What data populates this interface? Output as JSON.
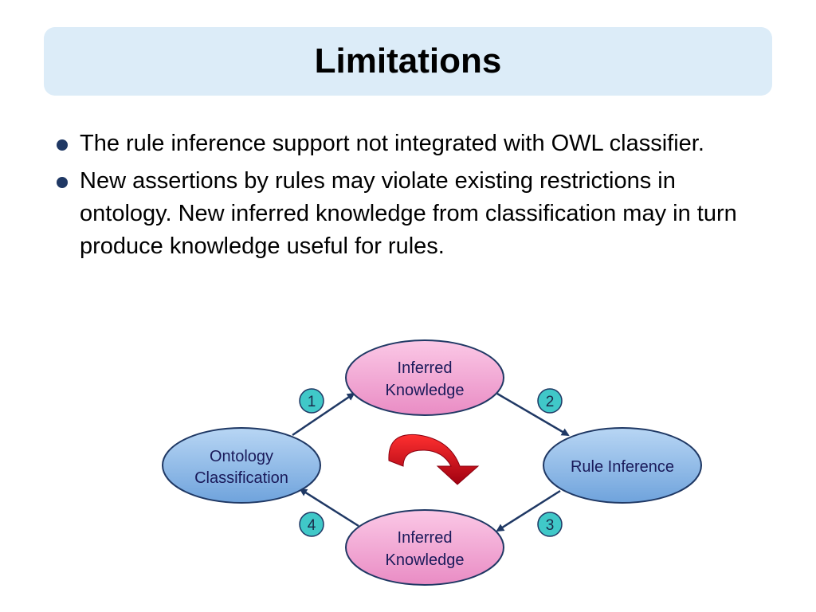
{
  "slide": {
    "title": "Limitations",
    "bullets": [
      "The rule inference support not integrated with OWL classifier.",
      "New assertions by rules may violate existing restrictions in ontology. New inferred knowledge from classification may in turn produce knowledge useful for rules."
    ]
  },
  "diagram": {
    "nodes": {
      "inferred_top": [
        "Inferred",
        "Knowledge"
      ],
      "ontology": [
        "Ontology",
        "Classification"
      ],
      "rule": [
        "Rule Inference"
      ],
      "inferred_bottom": [
        "Inferred",
        "Knowledge"
      ]
    },
    "steps": [
      "1",
      "2",
      "3",
      "4"
    ],
    "colors": {
      "pink_node": "#f4a7d2",
      "blue_node": "#8db8e6",
      "node_stroke": "#1f3864",
      "badge": "#40c8c8",
      "arrow": "#1f3864",
      "cycle_arrow": "#e0141e"
    }
  }
}
